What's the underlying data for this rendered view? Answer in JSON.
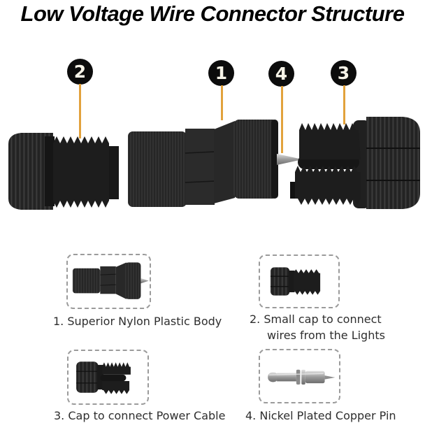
{
  "title": "Low Voltage Wire Connector Structure",
  "colors": {
    "accent_line": "#E2A23C",
    "badge_bg": "#0C0C0C",
    "badge_text": "#F6F3E7",
    "caption_text": "#2E2E2E",
    "plastic_dark": "#1F1F1F",
    "metal": "#A9A9A9",
    "background": "#FFFFFF"
  },
  "callouts": [
    {
      "number": "2",
      "refers_to": "Small cap to connect wires from the Lights"
    },
    {
      "number": "1",
      "refers_to": "Superior Nylon Plastic Body"
    },
    {
      "number": "4",
      "refers_to": "Nickel Plated Copper Pin"
    },
    {
      "number": "3",
      "refers_to": "Cap to connect Power Cable"
    }
  ],
  "thumbnails": [
    {
      "part": "nylon-body",
      "caption_lines": [
        "1. Superior Nylon Plastic Body"
      ]
    },
    {
      "part": "small-cap",
      "caption_lines": [
        "2. Small cap to connect",
        "wires from the Lights"
      ]
    },
    {
      "part": "power-cable-cap",
      "caption_lines": [
        "3. Cap to connect Power Cable"
      ]
    },
    {
      "part": "copper-pin",
      "caption_lines": [
        "4. Nickel Plated Copper Pin"
      ]
    }
  ]
}
